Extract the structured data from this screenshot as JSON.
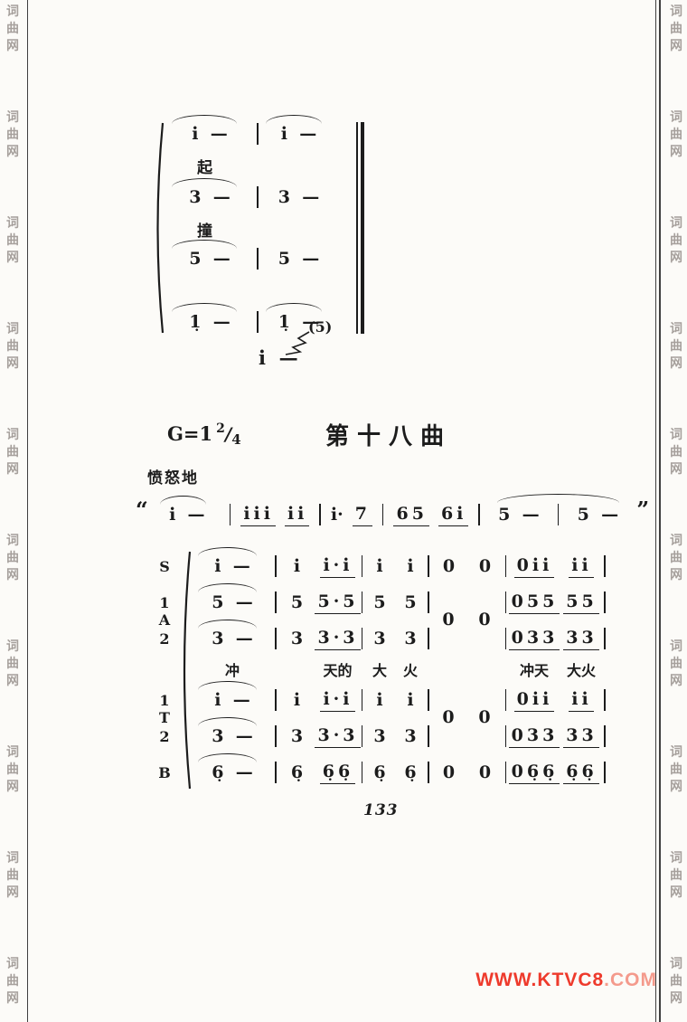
{
  "colors": {
    "ink": "#1c1c1c",
    "watermark": "#a6a09c",
    "url_red": "#ee3a2c",
    "url_pink": "#f49a8c"
  },
  "watermark": {
    "chars": [
      "词",
      "曲",
      "网"
    ],
    "groups_per_side": 10
  },
  "ending_system": {
    "rows": [
      {
        "type": "notes",
        "m1": "i  —",
        "m2": "i  —",
        "tie1": true,
        "tie2": true
      },
      {
        "type": "lyric",
        "text": "起"
      },
      {
        "type": "notes",
        "m1": "3  —",
        "m2": "3  —",
        "tie1": true,
        "tie2": false
      },
      {
        "type": "lyric",
        "text": "撞"
      },
      {
        "type": "notes",
        "m1": "5  —",
        "m2": "5  —",
        "tie1": true,
        "tie2": false
      },
      {
        "type": "notes",
        "m1": "1̣  —",
        "m2": "1̣  —",
        "tie1": true,
        "tie2": true
      }
    ]
  },
  "cue": {
    "label": "(5)",
    "note": "i  —"
  },
  "heading": {
    "key": "G=1",
    "meter_num": "2",
    "meter_den": "4",
    "title": "第十八曲"
  },
  "tempo": "愤怒地",
  "intro_line": {
    "open_quote": "“",
    "close_quote": "”",
    "segments": [
      {
        "text": "i  —",
        "tie": true,
        "w": 72
      },
      {
        "bar": true
      },
      {
        "text": "iii",
        "u": true
      },
      {
        "text": "ii",
        "u": true
      },
      {
        "bar": true
      },
      {
        "text": "i·"
      },
      {
        "text": "7",
        "u": true
      },
      {
        "bar": true
      },
      {
        "text": "65",
        "u": true
      },
      {
        "text": "6i",
        "u": true
      },
      {
        "bar": true
      },
      {
        "tiegroup": [
          {
            "text": "5  —",
            "w": 64
          },
          {
            "bar": true
          },
          {
            "text": "5  —",
            "w": 64
          }
        ]
      }
    ]
  },
  "chorus": {
    "labels": {
      "a": "A",
      "t": "T"
    },
    "shared_rest": "0",
    "lyrics": [
      "冲",
      "",
      "天的",
      "大",
      "火",
      "",
      "",
      "冲天",
      "大火"
    ],
    "parts": [
      {
        "label": "S",
        "cells": [
          "i  —",
          "i",
          "i·i",
          "i",
          "i",
          "0",
          "0",
          "0ii",
          "ii"
        ]
      },
      {
        "label": "1",
        "cells": [
          "5  —",
          "5",
          "5·5",
          "5",
          "5",
          "",
          "",
          "055",
          "55"
        ]
      },
      {
        "label": "2",
        "cells": [
          "3  —",
          "3",
          "3·3",
          "3",
          "3",
          "",
          "",
          "033",
          "33"
        ]
      },
      {
        "label": "",
        "lyric": true
      },
      {
        "label": "1",
        "cells": [
          "i  —",
          "i",
          "i·i",
          "i",
          "i",
          "",
          "",
          "0ii",
          "ii"
        ]
      },
      {
        "label": "2",
        "cells": [
          "3  —",
          "3",
          "3·3",
          "3",
          "3",
          "",
          "",
          "033",
          "33"
        ]
      },
      {
        "label": "B",
        "cells": [
          "6̣  —",
          "6̣",
          "6̣6̣",
          "6̣",
          "6̣",
          "0",
          "0",
          "06̣6̣",
          "6̣6̣"
        ]
      }
    ]
  },
  "page_number": "133",
  "footer": {
    "url_main": "WWW.KTVC8",
    "url_suffix": ".COM"
  }
}
